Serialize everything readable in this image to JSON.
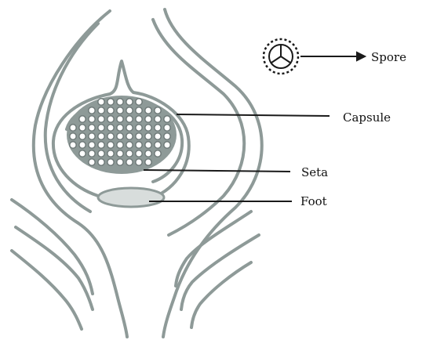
{
  "labels": {
    "spore": "Spore",
    "capsule": "Capsule",
    "seta": "Seta",
    "foot": "Foot"
  },
  "colors": {
    "outline": "#8e9a98",
    "ink": "#1a1a1a",
    "fill": "#d8dddc"
  }
}
